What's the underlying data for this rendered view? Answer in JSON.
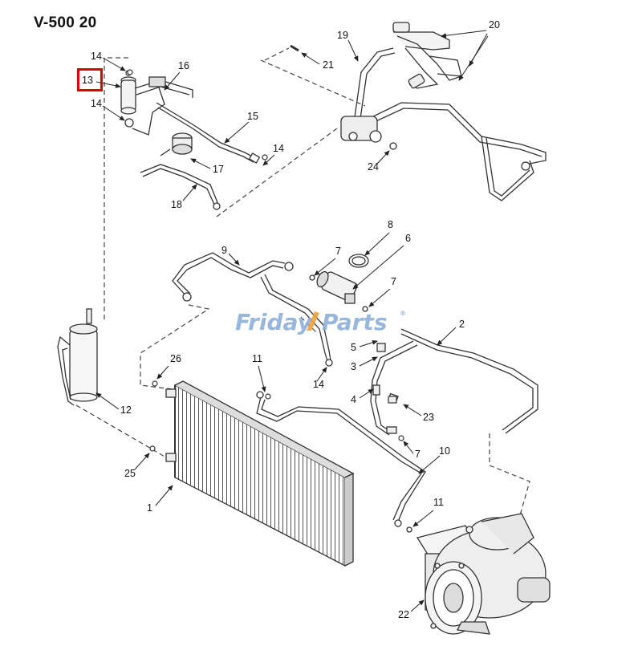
{
  "title": "V-500 20",
  "highlighted_callout": "13",
  "watermark": {
    "text_a": "Friday",
    "text_b": "Parts",
    "reg": "®",
    "color_a": "#8fb0d8",
    "color_b": "#f0a23a"
  },
  "callouts": {
    "c1": "1",
    "c2": "2",
    "c3": "3",
    "c4": "4",
    "c5": "5",
    "c6": "6",
    "c7a": "7",
    "c7b": "7",
    "c7c": "7",
    "c8": "8",
    "c9": "9",
    "c10": "10",
    "c11a": "11",
    "c11b": "11",
    "c12": "12",
    "c13": "13",
    "c14a": "14",
    "c14b": "14",
    "c14c": "14",
    "c14d": "14",
    "c15": "15",
    "c16": "16",
    "c17": "17",
    "c18": "18",
    "c19": "19",
    "c20": "20",
    "c21": "21",
    "c22": "22",
    "c23": "23",
    "c24": "24",
    "c25": "25",
    "c26": "26"
  },
  "colors": {
    "line": "#3a3a3a",
    "highlight": "#e00000"
  }
}
